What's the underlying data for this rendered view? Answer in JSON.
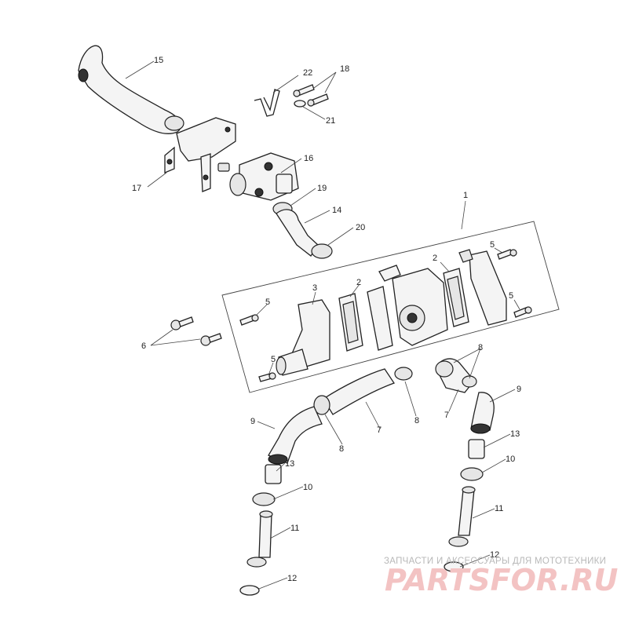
{
  "watermark": {
    "caption": "ЗАПЧАСТИ И АКСЕССУАРЫ ДЛЯ МОТОТЕХНИКИ",
    "brand": "PARTSFOR.RU",
    "brand_color": "#e8a0a0"
  },
  "callouts": {
    "c1": "1",
    "c2a": "2",
    "c2b": "2",
    "c3": "3",
    "c5a": "5",
    "c5b": "5",
    "c5c": "5",
    "c5d": "5",
    "c6": "6",
    "c7a": "7",
    "c7b": "7",
    "c8a": "8",
    "c8b": "8",
    "c8c": "8",
    "c9a": "9",
    "c9b": "9",
    "c10a": "10",
    "c10b": "10",
    "c11a": "11",
    "c11b": "11",
    "c12a": "12",
    "c12b": "12",
    "c13a": "13",
    "c13b": "13",
    "c14": "14",
    "c15": "15",
    "c16": "16",
    "c17": "17",
    "c18": "18",
    "c19": "19",
    "c20": "20",
    "c21": "21",
    "c22": "22"
  }
}
